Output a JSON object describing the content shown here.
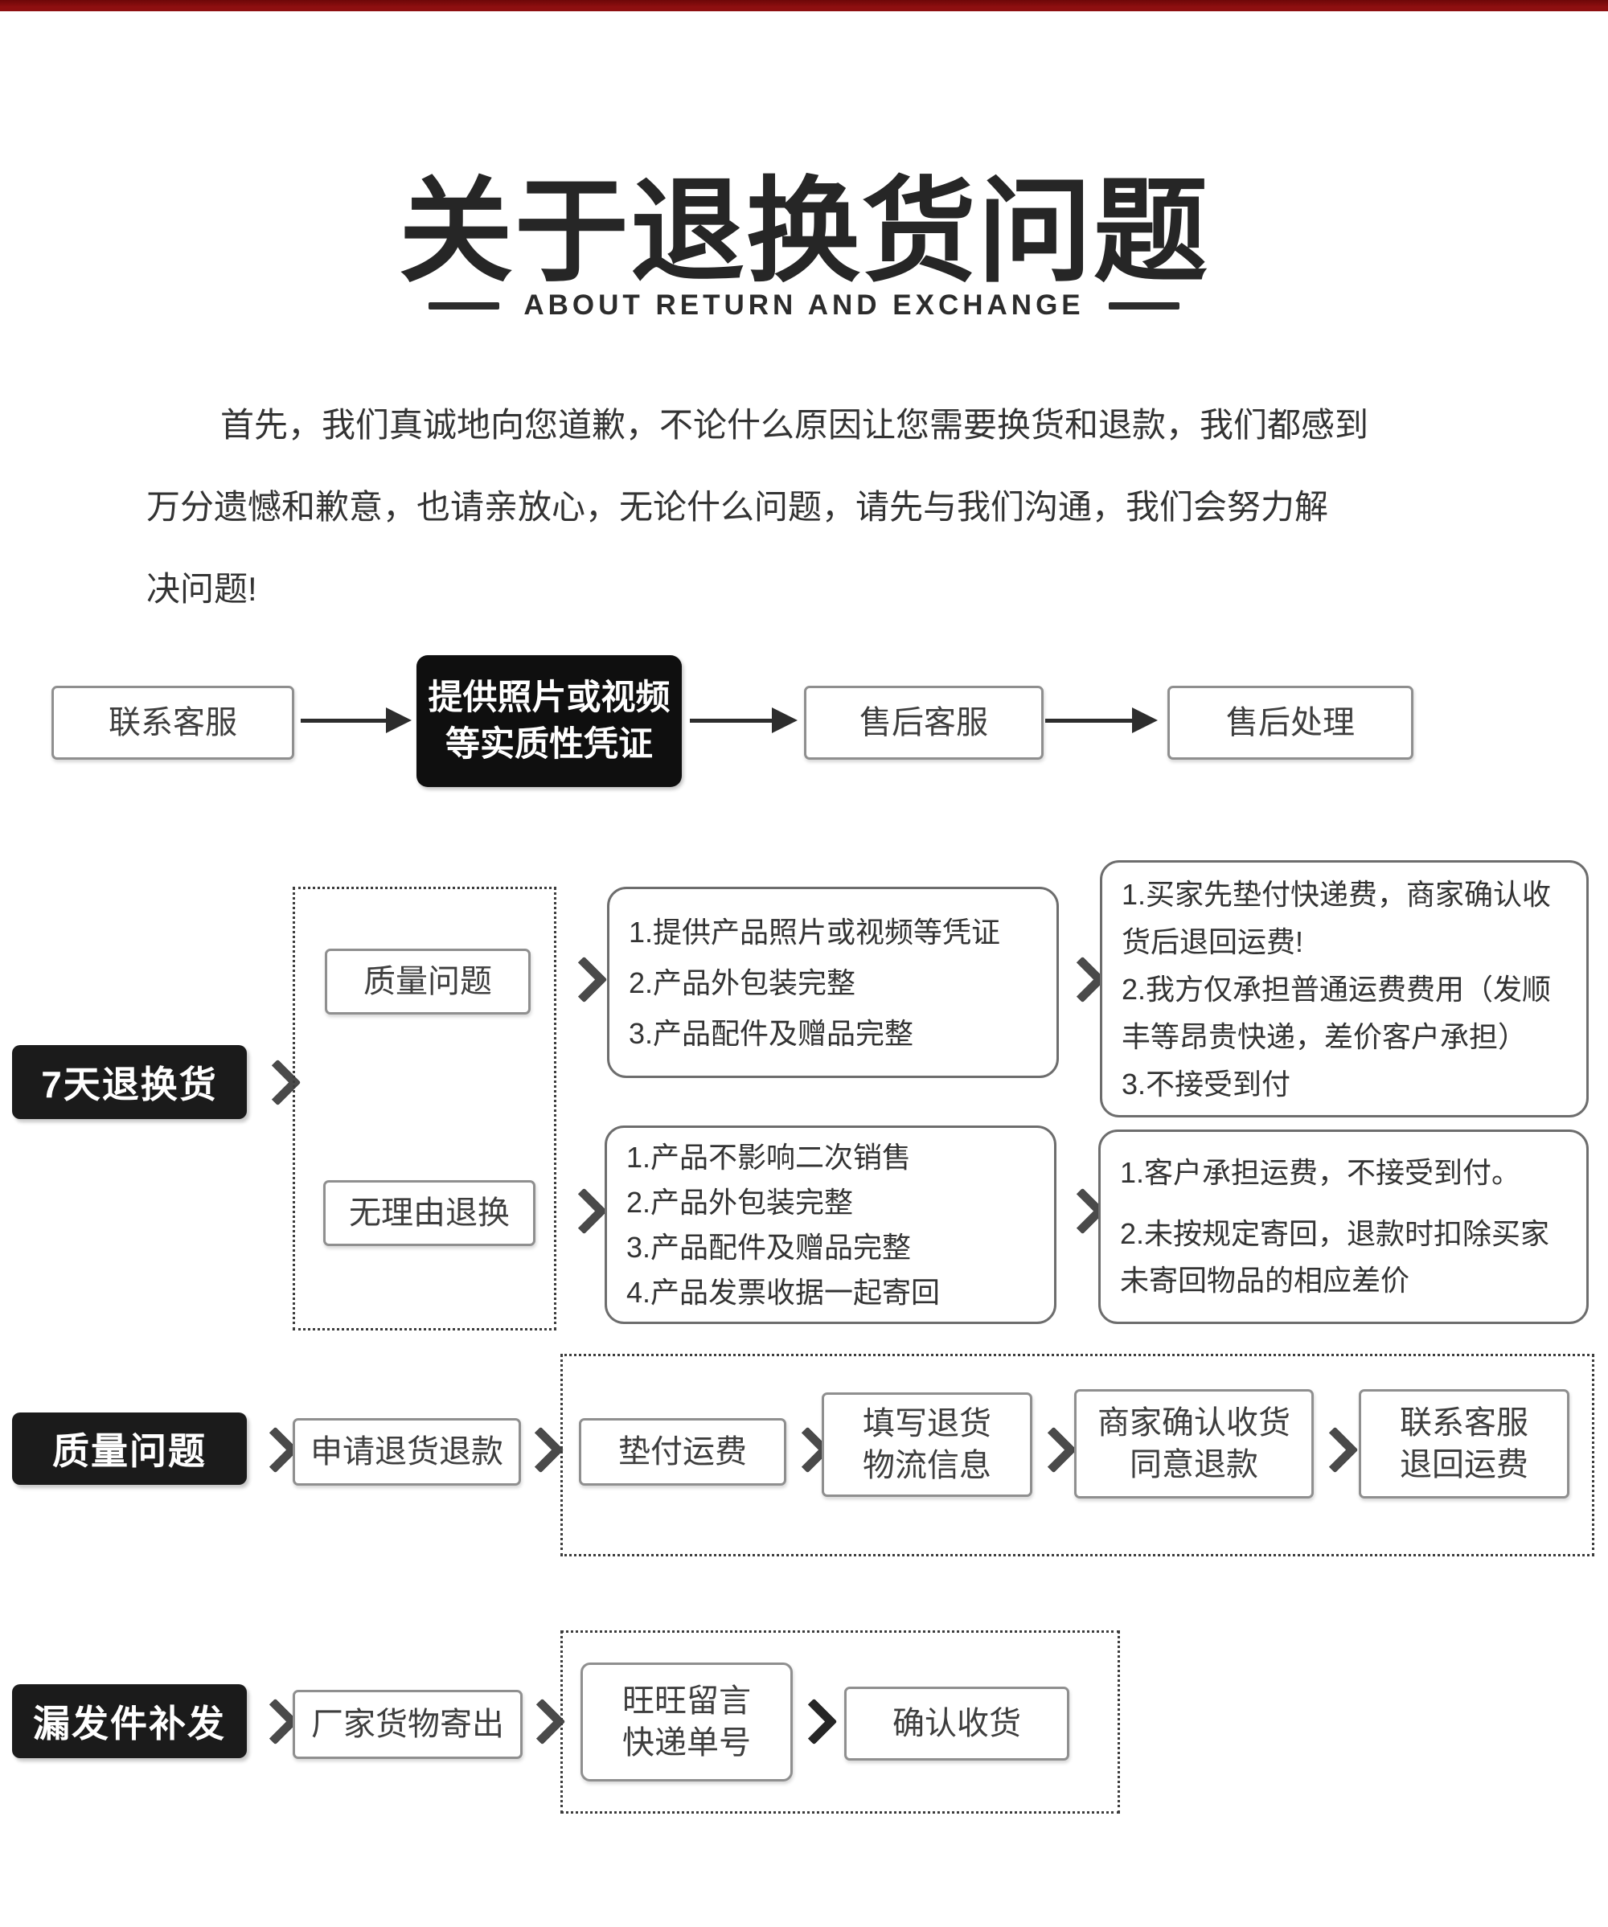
{
  "colors": {
    "top_bar": "#8e0f10",
    "dark_box": "#1b1b1b",
    "box_border": "#8f8f8f",
    "text": "#333333"
  },
  "header": {
    "title": "关于退换货问题",
    "subtitle": "ABOUT RETURN AND EXCHANGE"
  },
  "intro": {
    "line1": "首先，我们真诚地向您道歉，不论什么原因让您需要换货和退款，我们都感到",
    "line2": "万分遗憾和歉意，也请亲放心，无论什么问题，请先与我们沟通，我们会努力解",
    "line3": "决问题!"
  },
  "flow_top": {
    "step1": "联系客服",
    "step2": "提供照片或视频\n等实质性凭证",
    "step3": "售后客服",
    "step4": "售后处理"
  },
  "section_7day": {
    "label": "7天退换货",
    "branch_quality": {
      "name": "质量问题",
      "conditions": [
        "1.提供产品照片或视频等凭证",
        "2.产品外包装完整",
        "3.产品配件及赠品完整"
      ],
      "policies": [
        "1.买家先垫付快递费，商家确认收货后退回运费!",
        "2.我方仅承担普通运费费用（发顺丰等昂贵快递，差价客户承担）",
        "3.不接受到付"
      ]
    },
    "branch_no_reason": {
      "name": "无理由退换",
      "conditions": [
        "1.产品不影响二次销售",
        "2.产品外包装完整",
        "3.产品配件及赠品完整",
        "4.产品发票收据一起寄回"
      ],
      "policies": [
        "1.客户承担运费，不接受到付。",
        "2.未按规定寄回，退款时扣除买家未寄回物品的相应差价"
      ]
    }
  },
  "section_quality": {
    "label": "质量问题",
    "step1": "申请退货退款",
    "step2": "垫付运费",
    "step3": "填写退货\n物流信息",
    "step4": "商家确认收货\n同意退款",
    "step5": "联系客服\n退回运费"
  },
  "section_missing": {
    "label": "漏发件补发",
    "step1": "厂家货物寄出",
    "step2": "旺旺留言\n快递单号",
    "step3": "确认收货"
  }
}
